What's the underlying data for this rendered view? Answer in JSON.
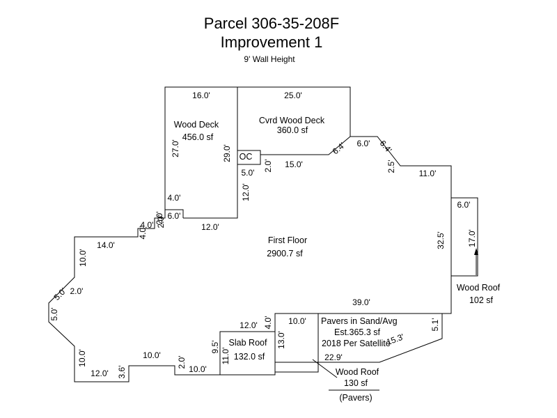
{
  "header": {
    "title_line1": "Parcel 306-35-208F",
    "title_line2": "Improvement 1",
    "subtitle": "9' Wall Height"
  },
  "areas": {
    "wood_deck": {
      "name": "Wood Deck",
      "size": "456.0 sf"
    },
    "cvrd_wood_deck": {
      "name": "Cvrd Wood Deck",
      "size": "360.0 sf"
    },
    "oc": {
      "name": "OC"
    },
    "first_floor": {
      "name": "First Floor",
      "size": "2900.7 sf"
    },
    "wood_roof_right": {
      "name": "Wood Roof",
      "size": "102 sf"
    },
    "pavers": {
      "line1": "Pavers in Sand/Avg",
      "line2": "Est.365.3 sf",
      "line3": "2018 Per Satellite"
    },
    "slab_roof": {
      "name": "Slab Roof",
      "size": "132.0 sf"
    },
    "wood_roof_bottom": {
      "name": "Wood Roof",
      "size": "130 sf",
      "note": "(Pavers)"
    }
  },
  "dimensions": {
    "d_16": "16.0'",
    "d_25": "25.0'",
    "d_27": "27.0'",
    "d_29": "29.0'",
    "d_5a": "5.0'",
    "d_2a": "2.0'",
    "d_15": "15.0'",
    "d_64a": "6.4'",
    "d_6a": "6.0'",
    "d_64b": "6.4'",
    "d_25b": "2.5'",
    "d_11": "11.0'",
    "d_4a": "4.0'",
    "d_12v": "12.0'",
    "d_2b": "2.0'",
    "d_6b": "6.0'",
    "d_12h": "12.0'",
    "d_4b": "4.0'",
    "d_4c": "4.0'",
    "d_2c": "2.0'",
    "d_14": "14.0'",
    "d_10a": "10.0'",
    "d_2d": "2.0'",
    "d_5b": "5.0'",
    "d_5c": "5.0'",
    "d_6c": "6.0'",
    "d_325": "32.5'",
    "d_17": "17.0'",
    "d_39": "39.0'",
    "d_12s": "12.0'",
    "d_4d": "4.0'",
    "d_10b": "10.0'",
    "d_95": "9.5'",
    "d_11s": "11.0'",
    "d_13": "13.0'",
    "d_229": "22.9'",
    "d_153": "15.3'",
    "d_51": "5.1'",
    "d_10c": "10.0'",
    "d_2e": "2.0'",
    "d_10d": "10.0'",
    "d_10e": "10.0'",
    "d_12b": "12.0'",
    "d_36": "3.6'"
  }
}
